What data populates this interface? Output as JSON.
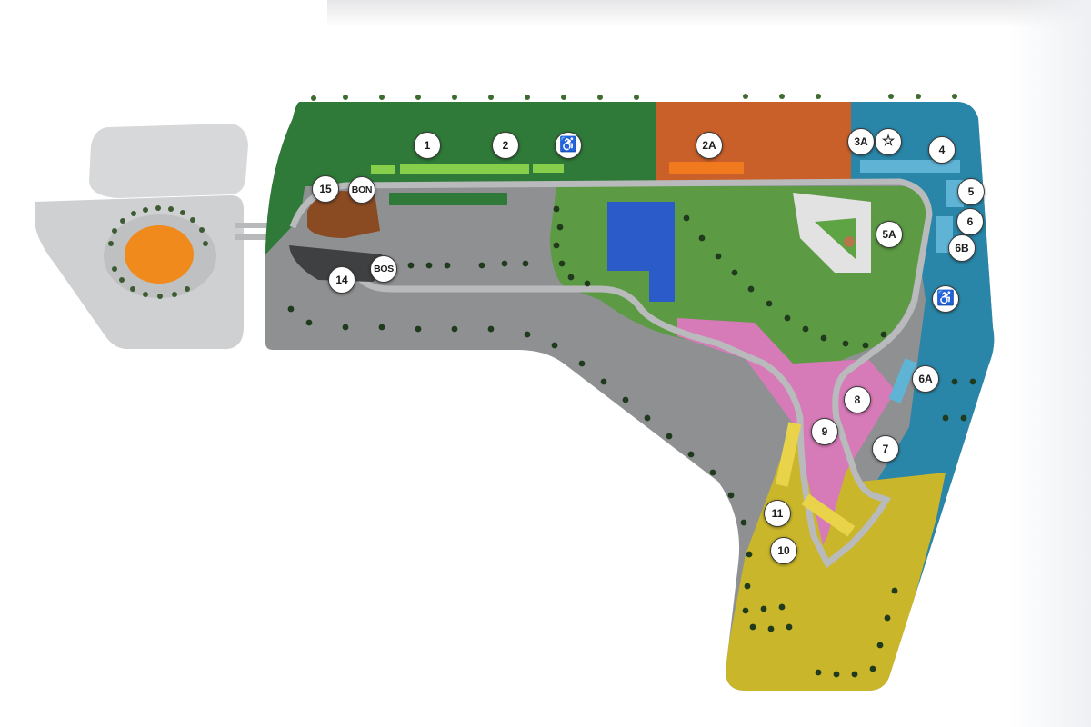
{
  "colors": {
    "zone_green": "#2f7a38",
    "zone_orange": "#c9602a",
    "zone_blue": "#2a86a8",
    "zone_yellow": "#c9b62a",
    "zone_gray": "#8e9092",
    "zone_pink": "#d67ab8",
    "stadium_orange": "#f08a1c",
    "lake_blue": "#2a5bc8",
    "grandstand_green": "#86cf4a",
    "grandstand_orange": "#f27a1e",
    "grandstand_blue": "#5fb4d6",
    "grandstand_yellow": "#e9d34a",
    "forum_brown": "#8a4a22",
    "marker_bg": "#ffffff"
  },
  "markers": [
    {
      "id": "1",
      "label": "1"
    },
    {
      "id": "2",
      "label": "2"
    },
    {
      "id": "acc1",
      "label": "",
      "icon": "accessibility-icon"
    },
    {
      "id": "2A",
      "label": "2A"
    },
    {
      "id": "3A",
      "label": "3A"
    },
    {
      "id": "star",
      "label": "",
      "icon": "star-icon"
    },
    {
      "id": "4",
      "label": "4"
    },
    {
      "id": "5",
      "label": "5"
    },
    {
      "id": "6",
      "label": "6"
    },
    {
      "id": "6B",
      "label": "6B"
    },
    {
      "id": "5A",
      "label": "5A"
    },
    {
      "id": "acc2",
      "label": "",
      "icon": "accessibility-icon"
    },
    {
      "id": "6A",
      "label": "6A"
    },
    {
      "id": "8",
      "label": "8"
    },
    {
      "id": "9",
      "label": "9"
    },
    {
      "id": "7",
      "label": "7"
    },
    {
      "id": "11",
      "label": "11"
    },
    {
      "id": "10",
      "label": "10"
    },
    {
      "id": "15",
      "label": "15"
    },
    {
      "id": "BON",
      "label": "BON"
    },
    {
      "id": "BOS",
      "label": "BOS"
    },
    {
      "id": "14",
      "label": "14"
    }
  ],
  "icons": {
    "accessibility-icon": "♿",
    "star-icon": "☆"
  }
}
